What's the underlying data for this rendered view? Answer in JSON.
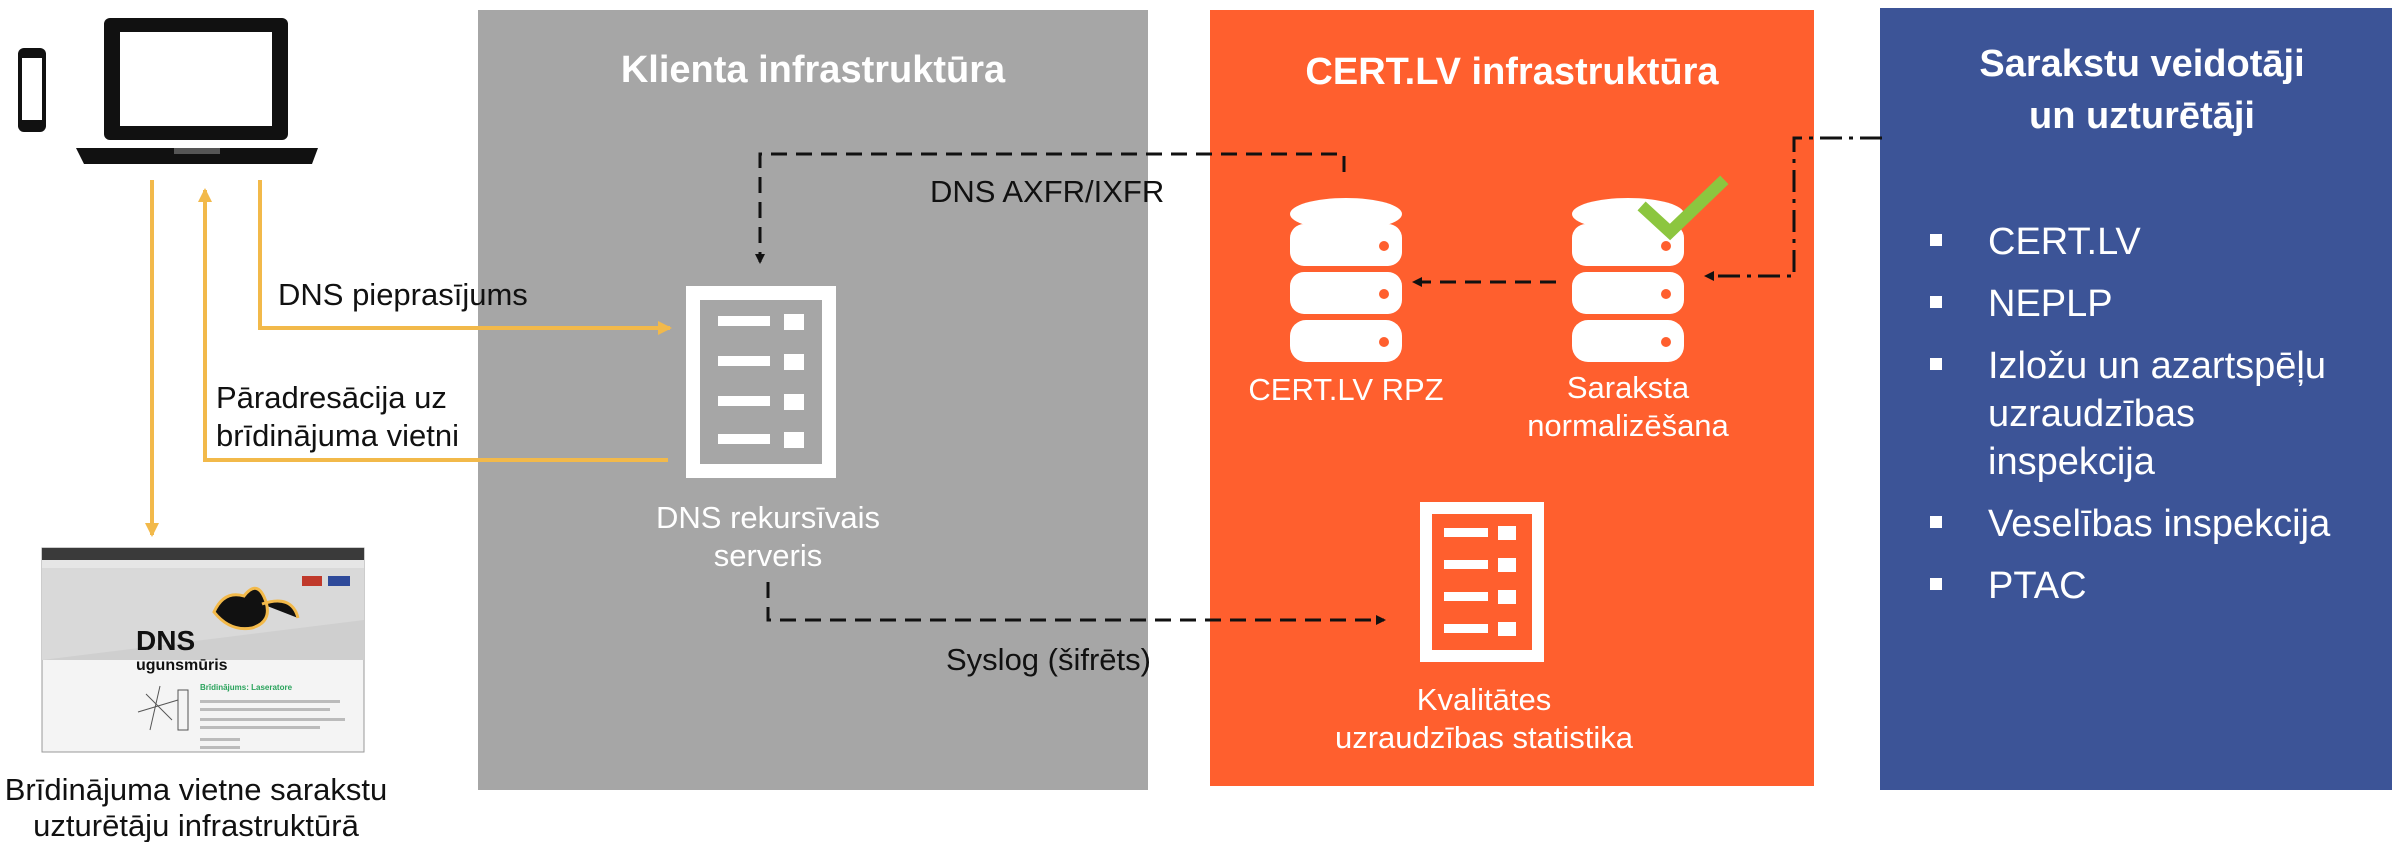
{
  "panels": {
    "client": {
      "title": "Klienta infrastruktūra",
      "color": "#a6a6a6"
    },
    "cert": {
      "title": "CERT.LV infrastruktūra",
      "color": "#ff5f2e"
    },
    "maintainers": {
      "title_line1": "Sarakstu veidotāji",
      "title_line2": "un uzturētāji",
      "color": "#3c5497",
      "items": [
        {
          "lines": [
            "CERT.LV"
          ]
        },
        {
          "lines": [
            "NEPLP"
          ]
        },
        {
          "lines": [
            "Izložu un azartspēļu",
            "uzraudzības",
            "inspekcija"
          ]
        },
        {
          "lines": [
            "Veselības inspekcija"
          ]
        },
        {
          "lines": [
            "PTAC"
          ]
        }
      ]
    }
  },
  "labels": {
    "dns_query": "DNS pieprasījums",
    "redirect_line1": "Pāradresācija uz",
    "redirect_line2": "brīdinājuma vietni",
    "axfr": "DNS AXFR/IXFR",
    "syslog": "Syslog (šifrēts)",
    "dns_server_line1": "DNS rekursīvais",
    "dns_server_line2": "serveris",
    "cert_rpz": "CERT.LV RPZ",
    "normalize_line1": "Saraksta",
    "normalize_line2": "normalizēšana",
    "stats_line1": "Kvalitātes",
    "stats_line2": "uzraudzības statistika",
    "warning_line1": "Brīdinājuma vietne sarakstu",
    "warning_line2": "uzturētāju infrastruktūrā"
  },
  "warning_page": {
    "title_line1": "DNS",
    "title_line2": "ugunsmūris",
    "heading": "Brīdinājums: Laseratore"
  },
  "colors": {
    "arrow_yellow": "#f2b94a",
    "check_green": "#8cc63f",
    "dark": "#1a1a1a"
  }
}
